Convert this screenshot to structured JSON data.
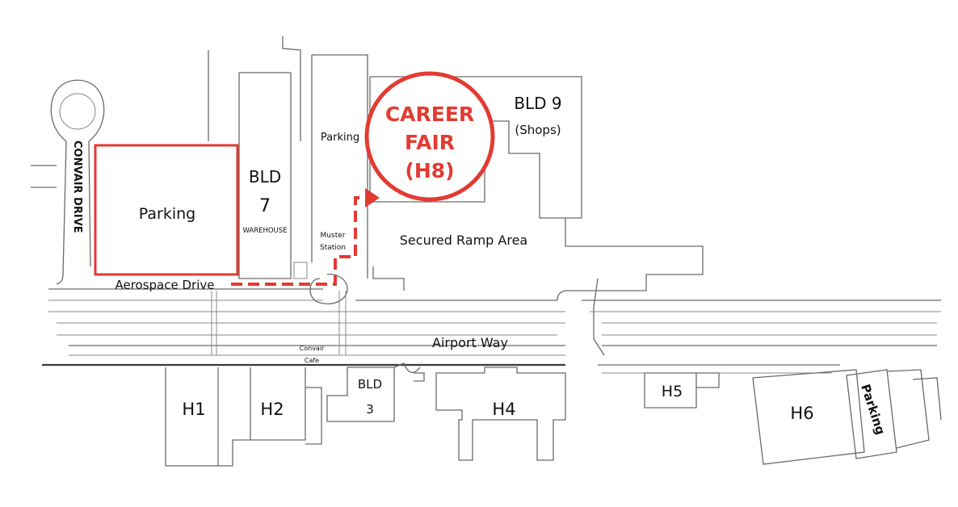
{
  "colors": {
    "highlight": "#e23b32",
    "line": "#6a6a6a",
    "text": "#111111"
  },
  "roads": {
    "convair_drive": "CONVAIR DRIVE",
    "aerospace_drive": "Aerospace Drive",
    "airport_way": "Airport Way"
  },
  "parking": {
    "main": "Parking",
    "center": "Parking",
    "h6": "Parking"
  },
  "buildings": {
    "bld7": {
      "line1": "BLD",
      "line2": "7",
      "sub": "WAREHOUSE"
    },
    "bld9": {
      "line1": "BLD 9",
      "sub": "(Shops)"
    },
    "bld3": {
      "line1": "BLD",
      "line2": "3"
    },
    "h1": "H1",
    "h2": "H2",
    "h4": "H4",
    "h5": "H5",
    "h6": "H6"
  },
  "areas": {
    "secured_ramp": "Secured Ramp Area",
    "muster_line1": "Muster",
    "muster_line2": "Station",
    "cafe_line1": "Convair",
    "cafe_line2": "Cafe"
  },
  "career_fair": {
    "line1": "CAREER",
    "line2": "FAIR",
    "line3": "(H8)"
  }
}
